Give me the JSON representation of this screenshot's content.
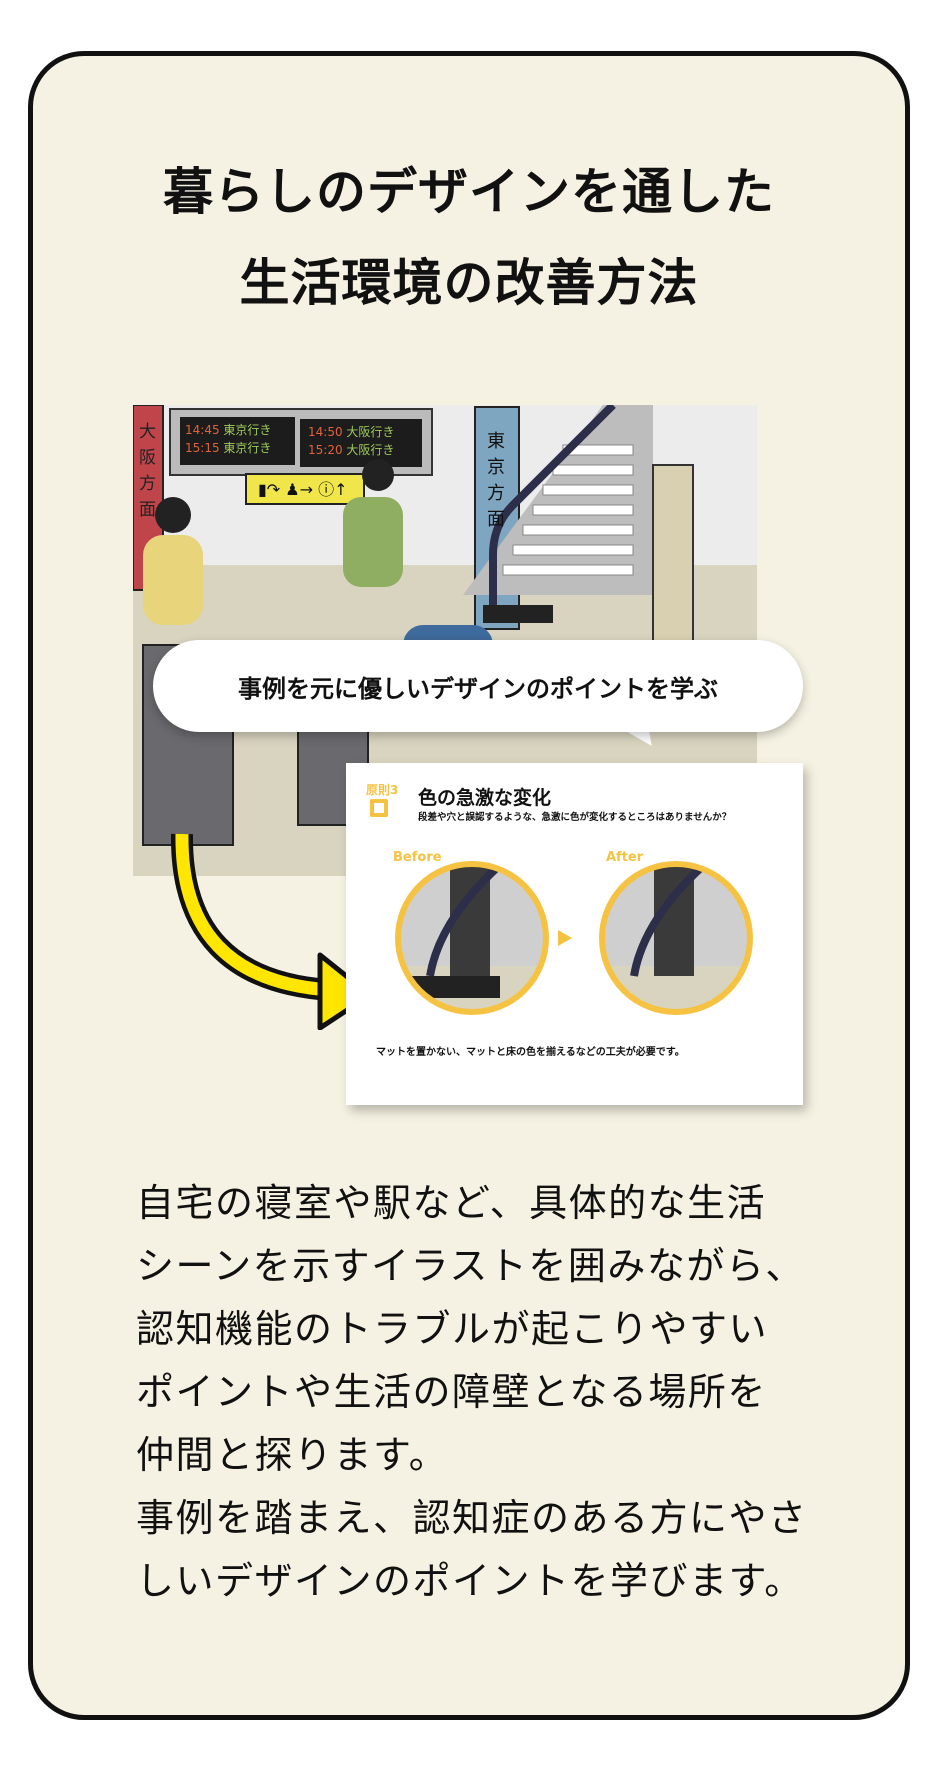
{
  "title": {
    "line1": "暮らしのデザインを通した",
    "line2": "生活環境の改善方法"
  },
  "illustration": {
    "sign_left": "大阪方面",
    "sign_pillar": "東京方面",
    "board1": [
      {
        "time": "14:45",
        "dest": "東京行き"
      },
      {
        "time": "15:15",
        "dest": "東京行き"
      }
    ],
    "board2": [
      {
        "time": "14:50",
        "dest": "大阪行き"
      },
      {
        "time": "15:20",
        "dest": "大阪行き"
      }
    ]
  },
  "bubble": {
    "text": "事例を元に優しいデザインのポイントを学ぶ"
  },
  "panel": {
    "principle": "原則3",
    "heading": "色の急激な変化",
    "question": "段差や穴と誤認するような、急激に色が変化するところはありませんか？",
    "before": "Before",
    "after": "After",
    "caption": "マットを置かない、マットと床の色を揃えるなどの工夫が必要です。"
  },
  "body": {
    "lines": [
      "自宅の寝室や駅など、具体的な生活",
      "シーンを示すイラストを囲みながら、",
      "認知機能のトラブルが起こりやすい",
      "ポイントや生活の障壁となる場所を",
      "仲間と探ります。",
      "事例を踏まえ、認知症のある方にやさ",
      "しいデザインのポイントを学びます。"
    ]
  },
  "colors": {
    "accent": "#f5c242",
    "background": "#f6f2e3",
    "arrow": "#ffe600"
  }
}
